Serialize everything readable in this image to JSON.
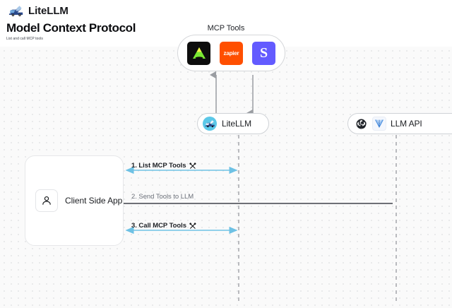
{
  "header": {
    "brand_name": "LiteLLM",
    "brand_logo_icon": "litellm-truck-logo",
    "title": "Model Context Protocol",
    "subtitle": "List and call MCP tools"
  },
  "diagram": {
    "type": "sequence-diagram",
    "background": "#fafafa",
    "mcp_group": {
      "label": "MCP Tools",
      "tools": [
        {
          "name": "aim",
          "icon": "aim-triangle-icon",
          "glyph": "",
          "bg": "#0d0d0d",
          "fg": "#7ae832"
        },
        {
          "name": "zapier",
          "icon": "zapier-wordmark-icon",
          "glyph": "zapier",
          "bg": "#ff4f00",
          "fg": "#ffffff"
        },
        {
          "name": "sentry",
          "icon": "letter-s-icon",
          "glyph": "S",
          "bg": "#635bff",
          "fg": "#ffffff"
        }
      ]
    },
    "nodes": [
      {
        "id": "litellm",
        "label": "LiteLLM",
        "icon": "litellm-avatar-icon"
      },
      {
        "id": "llm_api",
        "label": "LLM API",
        "icons": [
          "openai-logo-icon",
          "anthropic-claude-icon"
        ]
      },
      {
        "id": "client",
        "label": "Client Side App",
        "icon": "user-person-icon"
      }
    ],
    "messages": [
      {
        "step": "1",
        "label": "1. List MCP Tools",
        "icon": "tools-crossed-icon",
        "color": "#6ec1e4",
        "direction": "bidirectional",
        "from": "client",
        "to": "litellm"
      },
      {
        "step": "2",
        "label": "2. Send Tools to LLM",
        "icon": "",
        "color": "#3f434a",
        "direction": "left",
        "from": "llm_api",
        "to": "client"
      },
      {
        "step": "3",
        "label": "3. Call MCP Tools",
        "icon": "tools-crossed-icon",
        "color": "#6ec1e4",
        "direction": "bidirectional",
        "from": "client",
        "to": "litellm"
      }
    ],
    "vertical_flows": [
      {
        "id": "tools-to-litellm-up",
        "direction": "up",
        "color": "#9a9da2"
      },
      {
        "id": "litellm-to-tools-down",
        "direction": "down",
        "color": "#9a9da2"
      }
    ]
  }
}
